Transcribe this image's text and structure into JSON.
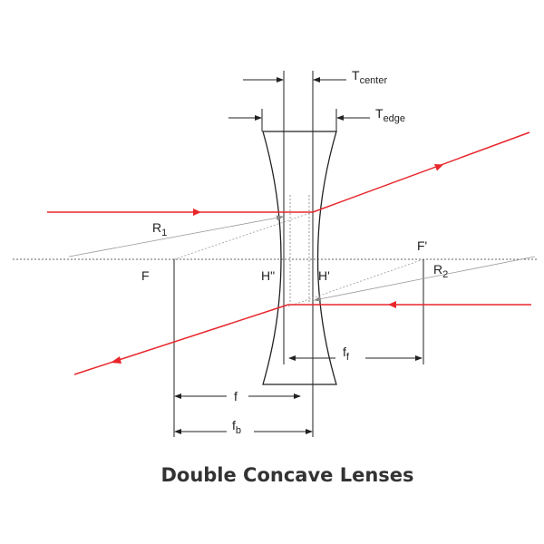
{
  "title": "Double Concave Lenses",
  "labels": {
    "t_center": "T",
    "t_center_sub": "center",
    "t_edge": "T",
    "t_edge_sub": "edge",
    "r1": "R",
    "r1_sub": "1",
    "r2": "R",
    "r2_sub": "2",
    "f_left": "F",
    "f_prime": "F'",
    "h_double": "H\"",
    "h_prime": "H'",
    "f": "f",
    "fb": "f",
    "fb_sub": "b",
    "ff": "f",
    "ff_sub": "f"
  },
  "colors": {
    "ray": "#e8262b",
    "line": "#222222",
    "construction": "#999999",
    "axis": "#666666"
  }
}
